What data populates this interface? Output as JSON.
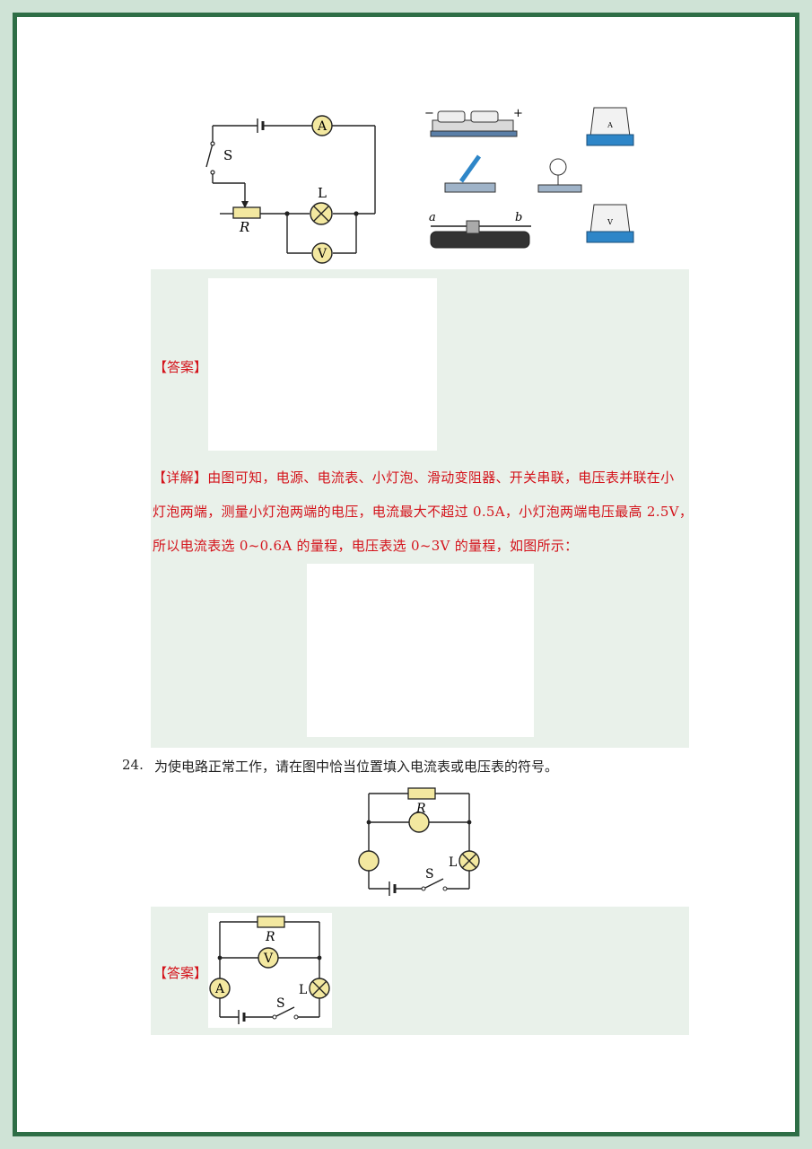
{
  "figure_top": {
    "switch_label": "S",
    "ammeter_symbol": "A",
    "voltmeter_symbol": "V",
    "lamp_label": "L",
    "rheostat_label": "R",
    "battery_minus": "−",
    "battery_plus": "+",
    "rheo_end_a": "a",
    "rheo_end_b": "b",
    "meter_a_face": "A",
    "meter_v_face": "V"
  },
  "answer1": {
    "tag": "【答案】"
  },
  "explanation": {
    "lines": [
      "【详解】由图可知，电源、电流表、小灯泡、滑动变阻器、开关串联，电压表并联在小",
      "灯泡两端，测量小灯泡两端的电压，电流最大不超过 0.5A，小灯泡两端电压最高 2.5V，",
      "所以电流表选 0~0.6A 的量程，电压表选 0~3V 的量程，如图所示："
    ]
  },
  "question24": {
    "number": "24.",
    "text": "为使电路正常工作，请在图中恰当位置填入电流表或电压表的符号。",
    "resistor_label": "R",
    "switch_label": "S",
    "lamp_label": "L"
  },
  "answer2": {
    "tag": "【答案】",
    "resistor_label": "R",
    "switch_label": "S",
    "lamp_label": "L",
    "top_meter": "V",
    "left_meter": "A"
  },
  "colors": {
    "frame": "#2e6e46",
    "background": "#cfe3d6",
    "answer_panel": "#e9f1ea",
    "answer_text": "#d4131b",
    "resistor_fill": "#f3e8a0",
    "meter_base": "#2e86c8"
  }
}
